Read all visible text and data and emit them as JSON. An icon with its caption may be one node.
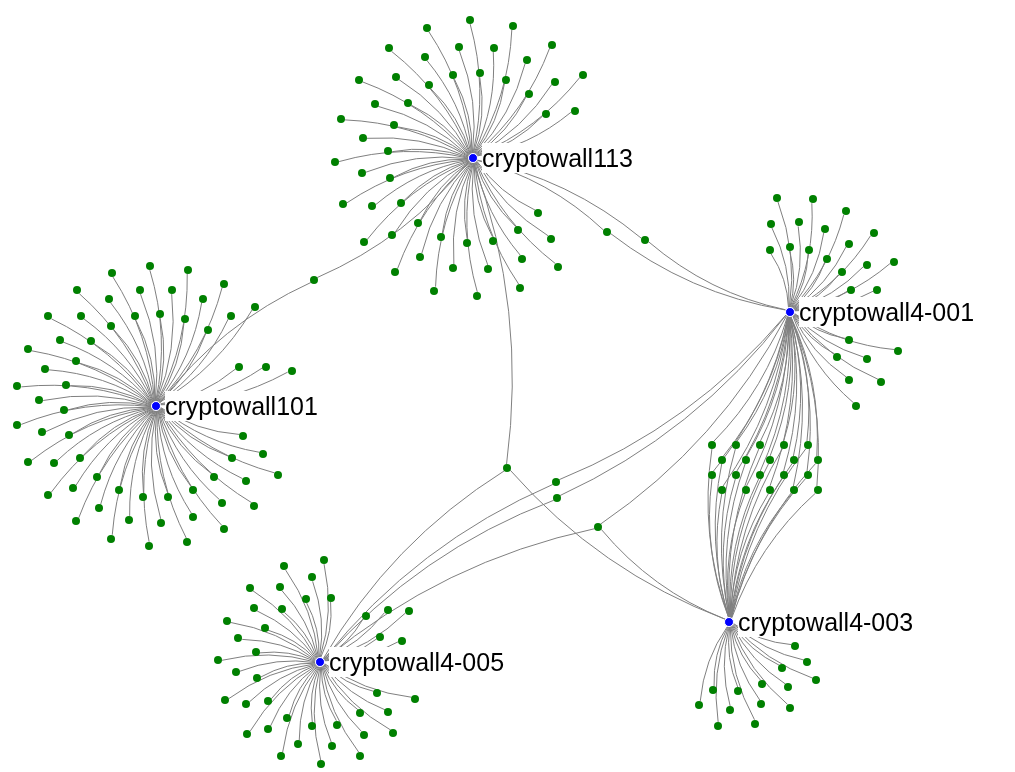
{
  "diagram": {
    "nodes": [
      {
        "text": [],
        "shape": "circle",
        "beside": [
          "cryptowall113"
        ]
      },
      {
        "text": [],
        "shape": "circle",
        "beside": [
          "cryptowall4-001"
        ]
      },
      {
        "text": [],
        "shape": "circle",
        "beside": [
          "cryptowall101"
        ]
      },
      {
        "text": [],
        "shape": "circle",
        "beside": [
          "cryptowall4-003"
        ]
      },
      {
        "text": [],
        "shape": "circle",
        "beside": [
          "cryptowall4-005"
        ]
      },
      {
        "text": [],
        "shape": "circle"
      },
      {
        "text": [],
        "shape": "circle"
      },
      {
        "text": [],
        "shape": "circle"
      },
      {
        "text": [],
        "shape": "circle"
      },
      {
        "text": [],
        "shape": "circle"
      },
      {
        "text": [],
        "shape": "circle"
      },
      {
        "text": [],
        "shape": "circle"
      },
      {
        "text": [],
        "shape": "circle"
      },
      {
        "text": [],
        "shape": "circle"
      },
      {
        "text": [],
        "shape": "circle"
      },
      {
        "text": [],
        "shape": "circle"
      },
      {
        "text": [],
        "shape": "circle"
      },
      {
        "text": [],
        "shape": "circle"
      },
      {
        "text": [],
        "shape": "circle"
      },
      {
        "text": [],
        "shape": "circle"
      },
      {
        "text": [],
        "shape": "circle"
      },
      {
        "text": [],
        "shape": "circle"
      },
      {
        "text": [],
        "shape": "circle"
      },
      {
        "text": [],
        "shape": "circle"
      },
      {
        "text": [],
        "shape": "circle"
      },
      {
        "text": [],
        "shape": "circle"
      },
      {
        "text": [],
        "shape": "circle"
      },
      {
        "text": [],
        "shape": "circle"
      },
      {
        "text": [],
        "shape": "circle"
      },
      {
        "text": [],
        "shape": "circle"
      },
      {
        "text": [],
        "shape": "circle"
      },
      {
        "text": [],
        "shape": "circle"
      },
      {
        "text": [],
        "shape": "circle"
      },
      {
        "text": [],
        "shape": "circle"
      },
      {
        "text": [],
        "shape": "circle"
      },
      {
        "text": [],
        "shape": "circle"
      },
      {
        "text": [],
        "shape": "circle"
      },
      {
        "text": [],
        "shape": "circle"
      },
      {
        "text": [],
        "shape": "circle"
      },
      {
        "text": [],
        "shape": "circle"
      },
      {
        "text": [],
        "shape": "circle"
      },
      {
        "text": [],
        "shape": "circle"
      },
      {
        "text": [],
        "shape": "circle"
      },
      {
        "text": [],
        "shape": "circle"
      },
      {
        "text": [],
        "shape": "circle"
      },
      {
        "text": [],
        "shape": "circle"
      },
      {
        "text": [],
        "shape": "circle"
      },
      {
        "text": [],
        "shape": "circle"
      },
      {
        "text": [],
        "shape": "circle"
      },
      {
        "text": [],
        "shape": "circle"
      },
      {
        "text": [],
        "shape": "circle"
      },
      {
        "text": [],
        "shape": "circle"
      },
      {
        "text": [],
        "shape": "circle"
      },
      {
        "text": [],
        "shape": "circle"
      },
      {
        "text": [],
        "shape": "circle"
      },
      {
        "text": [],
        "shape": "circle"
      },
      {
        "text": [],
        "shape": "circle"
      },
      {
        "text": [],
        "shape": "circle"
      },
      {
        "text": [],
        "shape": "circle"
      },
      {
        "text": [],
        "shape": "circle"
      },
      {
        "text": [],
        "shape": "circle"
      },
      {
        "text": [],
        "shape": "circle"
      },
      {
        "text": [],
        "shape": "circle"
      },
      {
        "text": [],
        "shape": "circle"
      },
      {
        "text": [],
        "shape": "circle"
      },
      {
        "text": [],
        "shape": "circle"
      },
      {
        "text": [],
        "shape": "circle"
      },
      {
        "text": [],
        "shape": "circle"
      },
      {
        "text": [],
        "shape": "circle"
      },
      {
        "text": [],
        "shape": "circle"
      },
      {
        "text": [],
        "shape": "circle"
      },
      {
        "text": [],
        "shape": "circle"
      },
      {
        "text": [],
        "shape": "circle"
      },
      {
        "text": [],
        "shape": "circle"
      },
      {
        "text": [],
        "shape": "circle"
      },
      {
        "text": [],
        "shape": "circle"
      },
      {
        "text": [],
        "shape": "circle"
      },
      {
        "text": [],
        "shape": "circle"
      },
      {
        "text": [],
        "shape": "circle"
      },
      {
        "text": [],
        "shape": "circle"
      },
      {
        "text": [],
        "shape": "circle"
      },
      {
        "text": [],
        "shape": "circle"
      },
      {
        "text": [],
        "shape": "circle"
      },
      {
        "text": [],
        "shape": "circle"
      },
      {
        "text": [],
        "shape": "circle"
      },
      {
        "text": [],
        "shape": "circle"
      },
      {
        "text": [],
        "shape": "circle"
      },
      {
        "text": [],
        "shape": "circle"
      },
      {
        "text": [],
        "shape": "circle"
      },
      {
        "text": [],
        "shape": "circle"
      },
      {
        "text": [],
        "shape": "circle"
      },
      {
        "text": [],
        "shape": "circle"
      },
      {
        "text": [],
        "shape": "circle"
      },
      {
        "text": [],
        "shape": "circle"
      },
      {
        "text": [],
        "shape": "circle"
      },
      {
        "text": [],
        "shape": "circle"
      },
      {
        "text": [],
        "shape": "circle"
      },
      {
        "text": [],
        "shape": "circle"
      },
      {
        "text": [],
        "shape": "circle"
      },
      {
        "text": [],
        "shape": "circle"
      },
      {
        "text": [],
        "shape": "circle"
      },
      {
        "text": [],
        "shape": "circle"
      },
      {
        "text": [],
        "shape": "circle"
      },
      {
        "text": [],
        "shape": "circle"
      },
      {
        "text": [],
        "shape": "circle"
      },
      {
        "text": [],
        "shape": "circle"
      },
      {
        "text": [],
        "shape": "circle"
      },
      {
        "text": [],
        "shape": "circle"
      },
      {
        "text": [],
        "shape": "circle"
      },
      {
        "text": [],
        "shape": "circle"
      },
      {
        "text": [],
        "shape": "circle"
      },
      {
        "text": [],
        "shape": "circle"
      },
      {
        "text": [],
        "shape": "circle"
      },
      {
        "text": [],
        "shape": "circle"
      },
      {
        "text": [],
        "shape": "circle"
      },
      {
        "text": [],
        "shape": "circle"
      },
      {
        "text": [],
        "shape": "circle"
      },
      {
        "text": [],
        "shape": "circle"
      },
      {
        "text": [],
        "shape": "circle"
      },
      {
        "text": [],
        "shape": "circle"
      },
      {
        "text": [],
        "shape": "circle"
      },
      {
        "text": [],
        "shape": "circle"
      },
      {
        "text": [],
        "shape": "circle"
      },
      {
        "text": [],
        "shape": "circle"
      },
      {
        "text": [],
        "shape": "circle"
      },
      {
        "text": [],
        "shape": "circle"
      },
      {
        "text": [],
        "shape": "circle"
      },
      {
        "text": [],
        "shape": "circle"
      },
      {
        "text": [],
        "shape": "circle"
      },
      {
        "text": [],
        "shape": "circle"
      },
      {
        "text": [],
        "shape": "circle"
      },
      {
        "text": [],
        "shape": "circle"
      },
      {
        "text": [],
        "shape": "circle"
      },
      {
        "text": [],
        "shape": "circle"
      },
      {
        "text": [],
        "shape": "circle"
      },
      {
        "text": [],
        "shape": "circle"
      },
      {
        "text": [],
        "shape": "circle"
      },
      {
        "text": [],
        "shape": "circle"
      },
      {
        "text": [],
        "shape": "circle"
      },
      {
        "text": [],
        "shape": "circle"
      },
      {
        "text": [],
        "shape": "circle"
      },
      {
        "text": [],
        "shape": "circle"
      },
      {
        "text": [],
        "shape": "circle"
      },
      {
        "text": [],
        "shape": "circle"
      },
      {
        "text": [],
        "shape": "circle"
      },
      {
        "text": [],
        "shape": "circle"
      },
      {
        "text": [],
        "shape": "circle"
      },
      {
        "text": [],
        "shape": "circle"
      },
      {
        "text": [],
        "shape": "circle"
      },
      {
        "text": [],
        "shape": "circle"
      },
      {
        "text": [],
        "shape": "circle"
      },
      {
        "text": [],
        "shape": "circle"
      },
      {
        "text": [],
        "shape": "circle"
      },
      {
        "text": [],
        "shape": "circle"
      },
      {
        "text": [],
        "shape": "circle"
      },
      {
        "text": [],
        "shape": "circle"
      },
      {
        "text": [],
        "shape": "circle"
      },
      {
        "text": [],
        "shape": "circle"
      },
      {
        "text": [],
        "shape": "circle"
      },
      {
        "text": [],
        "shape": "circle"
      },
      {
        "text": [],
        "shape": "circle"
      },
      {
        "text": [],
        "shape": "circle"
      },
      {
        "text": [],
        "shape": "circle"
      },
      {
        "text": [],
        "shape": "circle"
      },
      {
        "text": [],
        "shape": "circle"
      },
      {
        "text": [],
        "shape": "circle"
      },
      {
        "text": [],
        "shape": "circle"
      },
      {
        "text": [],
        "shape": "circle"
      },
      {
        "text": [],
        "shape": "circle"
      },
      {
        "text": [],
        "shape": "circle"
      },
      {
        "text": [],
        "shape": "circle"
      },
      {
        "text": [],
        "shape": "circle"
      },
      {
        "text": [],
        "shape": "circle"
      },
      {
        "text": [],
        "shape": "circle"
      },
      {
        "text": [],
        "shape": "circle"
      },
      {
        "text": [],
        "shape": "circle"
      },
      {
        "text": [],
        "shape": "circle"
      },
      {
        "text": [],
        "shape": "circle"
      },
      {
        "text": [],
        "shape": "circle"
      },
      {
        "text": [],
        "shape": "circle"
      },
      {
        "text": [],
        "shape": "circle"
      },
      {
        "text": [],
        "shape": "circle"
      },
      {
        "text": [],
        "shape": "circle"
      },
      {
        "text": [],
        "shape": "circle"
      },
      {
        "text": [],
        "shape": "circle"
      },
      {
        "text": [],
        "shape": "circle"
      },
      {
        "text": [],
        "shape": "circle"
      },
      {
        "text": [],
        "shape": "circle"
      },
      {
        "text": [],
        "shape": "circle"
      },
      {
        "text": [],
        "shape": "circle"
      },
      {
        "text": [],
        "shape": "circle"
      },
      {
        "text": [],
        "shape": "circle"
      },
      {
        "text": [],
        "shape": "circle"
      },
      {
        "text": [],
        "shape": "circle"
      },
      {
        "text": [],
        "shape": "circle"
      },
      {
        "text": [],
        "shape": "circle"
      },
      {
        "text": [],
        "shape": "circle"
      },
      {
        "text": [],
        "shape": "circle"
      },
      {
        "text": [],
        "shape": "circle"
      },
      {
        "text": [],
        "shape": "circle"
      },
      {
        "text": [],
        "shape": "circle"
      },
      {
        "text": [],
        "shape": "circle"
      },
      {
        "text": [],
        "shape": "circle"
      },
      {
        "text": [],
        "shape": "circle"
      },
      {
        "text": [],
        "shape": "circle"
      },
      {
        "text": [],
        "shape": "circle"
      },
      {
        "text": [],
        "shape": "circle"
      },
      {
        "text": [],
        "shape": "circle"
      },
      {
        "text": [],
        "shape": "circle"
      },
      {
        "text": [],
        "shape": "circle"
      },
      {
        "text": [],
        "shape": "circle"
      },
      {
        "text": [],
        "shape": "circle"
      },
      {
        "text": [],
        "shape": "circle"
      },
      {
        "text": [],
        "shape": "circle"
      },
      {
        "text": [],
        "shape": "circle"
      },
      {
        "text": [],
        "shape": "circle"
      },
      {
        "text": [],
        "shape": "circle"
      },
      {
        "text": [],
        "shape": "circle"
      },
      {
        "text": [],
        "shape": "circle"
      },
      {
        "text": [],
        "shape": "circle"
      }
    ],
    "edges": [
      {
        "from": 5,
        "to": 2,
        "arrow": "none"
      },
      {
        "from": 5,
        "to": 0,
        "arrow": "none"
      },
      {
        "from": 6,
        "to": 0,
        "arrow": "none"
      },
      {
        "from": 6,
        "to": 1,
        "arrow": "none"
      },
      {
        "from": 7,
        "to": 0,
        "arrow": "none"
      },
      {
        "from": 7,
        "to": 1,
        "arrow": "none"
      },
      {
        "from": 8,
        "to": 0,
        "arrow": "none"
      },
      {
        "from": 8,
        "to": 3,
        "arrow": "none"
      },
      {
        "from": 8,
        "to": 4,
        "arrow": "none"
      },
      {
        "from": 9,
        "to": 1,
        "arrow": "none"
      },
      {
        "from": 9,
        "to": 4,
        "arrow": "none"
      },
      {
        "from": 10,
        "to": 1,
        "arrow": "none"
      },
      {
        "from": 10,
        "to": 4,
        "arrow": "none"
      },
      {
        "from": 11,
        "to": 1,
        "arrow": "none"
      },
      {
        "from": 11,
        "to": 4,
        "arrow": "none"
      },
      {
        "from": 11,
        "to": 3,
        "arrow": "none"
      },
      {
        "from": 12,
        "to": 1,
        "arrow": "none"
      },
      {
        "from": 12,
        "to": 3,
        "arrow": "none"
      },
      {
        "from": 13,
        "to": 1,
        "arrow": "none"
      },
      {
        "from": 13,
        "to": 3,
        "arrow": "none"
      },
      {
        "from": 14,
        "to": 1,
        "arrow": "none"
      },
      {
        "from": 14,
        "to": 3,
        "arrow": "none"
      },
      {
        "from": 15,
        "to": 1,
        "arrow": "none"
      },
      {
        "from": 15,
        "to": 3,
        "arrow": "none"
      },
      {
        "from": 16,
        "to": 1,
        "arrow": "none"
      },
      {
        "from": 16,
        "to": 3,
        "arrow": "none"
      },
      {
        "from": 17,
        "to": 1,
        "arrow": "none"
      },
      {
        "from": 17,
        "to": 3,
        "arrow": "none"
      },
      {
        "from": 18,
        "to": 1,
        "arrow": "none"
      },
      {
        "from": 18,
        "to": 3,
        "arrow": "none"
      },
      {
        "from": 19,
        "to": 1,
        "arrow": "none"
      },
      {
        "from": 19,
        "to": 3,
        "arrow": "none"
      },
      {
        "from": 20,
        "to": 1,
        "arrow": "none"
      },
      {
        "from": 20,
        "to": 3,
        "arrow": "none"
      },
      {
        "from": 21,
        "to": 1,
        "arrow": "none"
      },
      {
        "from": 21,
        "to": 3,
        "arrow": "none"
      },
      {
        "from": 22,
        "to": 1,
        "arrow": "none"
      },
      {
        "from": 22,
        "to": 3,
        "arrow": "none"
      },
      {
        "from": 23,
        "to": 1,
        "arrow": "none"
      },
      {
        "from": 23,
        "to": 3,
        "arrow": "none"
      },
      {
        "from": 24,
        "to": 1,
        "arrow": "none"
      },
      {
        "from": 24,
        "to": 3,
        "arrow": "none"
      },
      {
        "from": 25,
        "to": 1,
        "arrow": "none"
      },
      {
        "from": 25,
        "to": 3,
        "arrow": "none"
      },
      {
        "from": 26,
        "to": 1,
        "arrow": "none"
      },
      {
        "from": 26,
        "to": 3,
        "arrow": "none"
      },
      {
        "from": 27,
        "to": 1,
        "arrow": "none"
      },
      {
        "from": 27,
        "to": 3,
        "arrow": "none"
      },
      {
        "from": 28,
        "to": 1,
        "arrow": "none"
      },
      {
        "from": 28,
        "to": 3,
        "arrow": "none"
      },
      {
        "from": 29,
        "to": 1,
        "arrow": "none"
      },
      {
        "from": 29,
        "to": 3,
        "arrow": "none"
      },
      {
        "from": 30,
        "to": 1,
        "arrow": "none"
      },
      {
        "from": 30,
        "to": 3,
        "arrow": "none"
      },
      {
        "from": 31,
        "to": 1,
        "arrow": "none"
      },
      {
        "from": 31,
        "to": 3,
        "arrow": "none"
      },
      {
        "from": 0,
        "to": 32,
        "arrow": "none"
      },
      {
        "from": 0,
        "to": 33,
        "arrow": "none"
      },
      {
        "from": 0,
        "to": 34,
        "arrow": "none"
      },
      {
        "from": 0,
        "to": 35,
        "arrow": "none"
      },
      {
        "from": 0,
        "to": 36,
        "arrow": "none"
      },
      {
        "from": 0,
        "to": 37,
        "arrow": "none"
      },
      {
        "from": 0,
        "to": 38,
        "arrow": "none"
      },
      {
        "from": 0,
        "to": 39,
        "arrow": "none"
      },
      {
        "from": 0,
        "to": 40,
        "arrow": "none"
      },
      {
        "from": 0,
        "to": 41,
        "arrow": "none"
      },
      {
        "from": 0,
        "to": 42,
        "arrow": "none"
      },
      {
        "from": 0,
        "to": 43,
        "arrow": "none"
      },
      {
        "from": 0,
        "to": 44,
        "arrow": "none"
      },
      {
        "from": 0,
        "to": 45,
        "arrow": "none"
      },
      {
        "from": 0,
        "to": 46,
        "arrow": "none"
      },
      {
        "from": 0,
        "to": 47,
        "arrow": "none"
      },
      {
        "from": 0,
        "to": 48,
        "arrow": "none"
      },
      {
        "from": 0,
        "to": 49,
        "arrow": "none"
      },
      {
        "from": 0,
        "to": 50,
        "arrow": "none"
      },
      {
        "from": 0,
        "to": 51,
        "arrow": "none"
      },
      {
        "from": 0,
        "to": 52,
        "arrow": "none"
      },
      {
        "from": 0,
        "to": 53,
        "arrow": "none"
      },
      {
        "from": 0,
        "to": 54,
        "arrow": "none"
      },
      {
        "from": 0,
        "to": 55,
        "arrow": "none"
      },
      {
        "from": 0,
        "to": 56,
        "arrow": "none"
      },
      {
        "from": 0,
        "to": 57,
        "arrow": "none"
      },
      {
        "from": 0,
        "to": 58,
        "arrow": "none"
      },
      {
        "from": 0,
        "to": 59,
        "arrow": "none"
      },
      {
        "from": 0,
        "to": 60,
        "arrow": "none"
      },
      {
        "from": 0,
        "to": 61,
        "arrow": "none"
      },
      {
        "from": 0,
        "to": 62,
        "arrow": "none"
      },
      {
        "from": 0,
        "to": 63,
        "arrow": "none"
      },
      {
        "from": 0,
        "to": 64,
        "arrow": "none"
      },
      {
        "from": 0,
        "to": 65,
        "arrow": "none"
      },
      {
        "from": 0,
        "to": 66,
        "arrow": "none"
      },
      {
        "from": 0,
        "to": 67,
        "arrow": "none"
      },
      {
        "from": 0,
        "to": 68,
        "arrow": "none"
      },
      {
        "from": 0,
        "to": 69,
        "arrow": "none"
      },
      {
        "from": 0,
        "to": 70,
        "arrow": "none"
      },
      {
        "from": 0,
        "to": 71,
        "arrow": "none"
      },
      {
        "from": 0,
        "to": 72,
        "arrow": "none"
      },
      {
        "from": 0,
        "to": 73,
        "arrow": "none"
      },
      {
        "from": 0,
        "to": 74,
        "arrow": "none"
      },
      {
        "from": 0,
        "to": 75,
        "arrow": "none"
      },
      {
        "from": 0,
        "to": 76,
        "arrow": "none"
      },
      {
        "from": 0,
        "to": 77,
        "arrow": "none"
      },
      {
        "from": 0,
        "to": 78,
        "arrow": "none"
      },
      {
        "from": 0,
        "to": 79,
        "arrow": "none"
      },
      {
        "from": 0,
        "to": 80,
        "arrow": "none"
      },
      {
        "from": 0,
        "to": 81,
        "arrow": "none"
      },
      {
        "from": 1,
        "to": 82,
        "arrow": "none"
      },
      {
        "from": 1,
        "to": 83,
        "arrow": "none"
      },
      {
        "from": 1,
        "to": 84,
        "arrow": "none"
      },
      {
        "from": 1,
        "to": 85,
        "arrow": "none"
      },
      {
        "from": 1,
        "to": 86,
        "arrow": "none"
      },
      {
        "from": 1,
        "to": 87,
        "arrow": "none"
      },
      {
        "from": 1,
        "to": 88,
        "arrow": "none"
      },
      {
        "from": 1,
        "to": 89,
        "arrow": "none"
      },
      {
        "from": 1,
        "to": 90,
        "arrow": "none"
      },
      {
        "from": 1,
        "to": 91,
        "arrow": "none"
      },
      {
        "from": 1,
        "to": 92,
        "arrow": "none"
      },
      {
        "from": 1,
        "to": 93,
        "arrow": "none"
      },
      {
        "from": 1,
        "to": 94,
        "arrow": "none"
      },
      {
        "from": 1,
        "to": 95,
        "arrow": "none"
      },
      {
        "from": 1,
        "to": 96,
        "arrow": "none"
      },
      {
        "from": 1,
        "to": 97,
        "arrow": "none"
      },
      {
        "from": 1,
        "to": 98,
        "arrow": "none"
      },
      {
        "from": 1,
        "to": 99,
        "arrow": "none"
      },
      {
        "from": 1,
        "to": 100,
        "arrow": "none"
      },
      {
        "from": 1,
        "to": 101,
        "arrow": "none"
      },
      {
        "from": 1,
        "to": 102,
        "arrow": "none"
      },
      {
        "from": 1,
        "to": 103,
        "arrow": "none"
      },
      {
        "from": 1,
        "to": 104,
        "arrow": "none"
      },
      {
        "from": 1,
        "to": 105,
        "arrow": "none"
      },
      {
        "from": 2,
        "to": 106,
        "arrow": "none"
      },
      {
        "from": 2,
        "to": 107,
        "arrow": "none"
      },
      {
        "from": 2,
        "to": 108,
        "arrow": "none"
      },
      {
        "from": 2,
        "to": 109,
        "arrow": "none"
      },
      {
        "from": 2,
        "to": 110,
        "arrow": "none"
      },
      {
        "from": 2,
        "to": 111,
        "arrow": "none"
      },
      {
        "from": 2,
        "to": 112,
        "arrow": "none"
      },
      {
        "from": 2,
        "to": 113,
        "arrow": "none"
      },
      {
        "from": 2,
        "to": 114,
        "arrow": "none"
      },
      {
        "from": 2,
        "to": 115,
        "arrow": "none"
      },
      {
        "from": 2,
        "to": 116,
        "arrow": "none"
      },
      {
        "from": 2,
        "to": 117,
        "arrow": "none"
      },
      {
        "from": 2,
        "to": 118,
        "arrow": "none"
      },
      {
        "from": 2,
        "to": 119,
        "arrow": "none"
      },
      {
        "from": 2,
        "to": 120,
        "arrow": "none"
      },
      {
        "from": 2,
        "to": 121,
        "arrow": "none"
      },
      {
        "from": 2,
        "to": 122,
        "arrow": "none"
      },
      {
        "from": 2,
        "to": 123,
        "arrow": "none"
      },
      {
        "from": 2,
        "to": 124,
        "arrow": "none"
      },
      {
        "from": 2,
        "to": 125,
        "arrow": "none"
      },
      {
        "from": 2,
        "to": 126,
        "arrow": "none"
      },
      {
        "from": 2,
        "to": 127,
        "arrow": "none"
      },
      {
        "from": 2,
        "to": 128,
        "arrow": "none"
      },
      {
        "from": 2,
        "to": 129,
        "arrow": "none"
      },
      {
        "from": 2,
        "to": 130,
        "arrow": "none"
      },
      {
        "from": 2,
        "to": 131,
        "arrow": "none"
      },
      {
        "from": 2,
        "to": 132,
        "arrow": "none"
      },
      {
        "from": 2,
        "to": 133,
        "arrow": "none"
      },
      {
        "from": 2,
        "to": 134,
        "arrow": "none"
      },
      {
        "from": 2,
        "to": 135,
        "arrow": "none"
      },
      {
        "from": 2,
        "to": 136,
        "arrow": "none"
      },
      {
        "from": 2,
        "to": 137,
        "arrow": "none"
      },
      {
        "from": 2,
        "to": 138,
        "arrow": "none"
      },
      {
        "from": 2,
        "to": 139,
        "arrow": "none"
      },
      {
        "from": 2,
        "to": 140,
        "arrow": "none"
      },
      {
        "from": 2,
        "to": 141,
        "arrow": "none"
      },
      {
        "from": 2,
        "to": 142,
        "arrow": "none"
      },
      {
        "from": 2,
        "to": 143,
        "arrow": "none"
      },
      {
        "from": 2,
        "to": 144,
        "arrow": "none"
      },
      {
        "from": 2,
        "to": 145,
        "arrow": "none"
      },
      {
        "from": 2,
        "to": 146,
        "arrow": "none"
      },
      {
        "from": 2,
        "to": 147,
        "arrow": "none"
      },
      {
        "from": 2,
        "to": 148,
        "arrow": "none"
      },
      {
        "from": 2,
        "to": 149,
        "arrow": "none"
      },
      {
        "from": 2,
        "to": 150,
        "arrow": "none"
      },
      {
        "from": 2,
        "to": 151,
        "arrow": "none"
      },
      {
        "from": 2,
        "to": 152,
        "arrow": "none"
      },
      {
        "from": 2,
        "to": 153,
        "arrow": "none"
      },
      {
        "from": 2,
        "to": 154,
        "arrow": "none"
      },
      {
        "from": 2,
        "to": 155,
        "arrow": "none"
      },
      {
        "from": 2,
        "to": 156,
        "arrow": "none"
      },
      {
        "from": 2,
        "to": 157,
        "arrow": "none"
      },
      {
        "from": 2,
        "to": 158,
        "arrow": "none"
      },
      {
        "from": 2,
        "to": 159,
        "arrow": "none"
      },
      {
        "from": 2,
        "to": 160,
        "arrow": "none"
      },
      {
        "from": 2,
        "to": 161,
        "arrow": "none"
      },
      {
        "from": 2,
        "to": 162,
        "arrow": "none"
      },
      {
        "from": 2,
        "to": 163,
        "arrow": "none"
      },
      {
        "from": 2,
        "to": 164,
        "arrow": "none"
      },
      {
        "from": 2,
        "to": 165,
        "arrow": "none"
      },
      {
        "from": 3,
        "to": 166,
        "arrow": "none"
      },
      {
        "from": 3,
        "to": 167,
        "arrow": "none"
      },
      {
        "from": 3,
        "to": 168,
        "arrow": "none"
      },
      {
        "from": 3,
        "to": 169,
        "arrow": "none"
      },
      {
        "from": 3,
        "to": 170,
        "arrow": "none"
      },
      {
        "from": 3,
        "to": 171,
        "arrow": "none"
      },
      {
        "from": 3,
        "to": 172,
        "arrow": "none"
      },
      {
        "from": 3,
        "to": 173,
        "arrow": "none"
      },
      {
        "from": 3,
        "to": 174,
        "arrow": "none"
      },
      {
        "from": 3,
        "to": 175,
        "arrow": "none"
      },
      {
        "from": 3,
        "to": 176,
        "arrow": "none"
      },
      {
        "from": 3,
        "to": 177,
        "arrow": "none"
      },
      {
        "from": 3,
        "to": 178,
        "arrow": "none"
      },
      {
        "from": 3,
        "to": 179,
        "arrow": "none"
      },
      {
        "from": 4,
        "to": 180,
        "arrow": "none"
      },
      {
        "from": 4,
        "to": 181,
        "arrow": "none"
      },
      {
        "from": 4,
        "to": 182,
        "arrow": "none"
      },
      {
        "from": 4,
        "to": 183,
        "arrow": "none"
      },
      {
        "from": 4,
        "to": 184,
        "arrow": "none"
      },
      {
        "from": 4,
        "to": 185,
        "arrow": "none"
      },
      {
        "from": 4,
        "to": 186,
        "arrow": "none"
      },
      {
        "from": 4,
        "to": 187,
        "arrow": "none"
      },
      {
        "from": 4,
        "to": 188,
        "arrow": "none"
      },
      {
        "from": 4,
        "to": 189,
        "arrow": "none"
      },
      {
        "from": 4,
        "to": 190,
        "arrow": "none"
      },
      {
        "from": 4,
        "to": 191,
        "arrow": "none"
      },
      {
        "from": 4,
        "to": 192,
        "arrow": "none"
      },
      {
        "from": 4,
        "to": 193,
        "arrow": "none"
      },
      {
        "from": 4,
        "to": 194,
        "arrow": "none"
      },
      {
        "from": 4,
        "to": 195,
        "arrow": "none"
      },
      {
        "from": 4,
        "to": 196,
        "arrow": "none"
      },
      {
        "from": 4,
        "to": 197,
        "arrow": "none"
      },
      {
        "from": 4,
        "to": 198,
        "arrow": "none"
      },
      {
        "from": 4,
        "to": 199,
        "arrow": "none"
      },
      {
        "from": 4,
        "to": 200,
        "arrow": "none"
      },
      {
        "from": 4,
        "to": 201,
        "arrow": "none"
      },
      {
        "from": 4,
        "to": 202,
        "arrow": "none"
      },
      {
        "from": 4,
        "to": 203,
        "arrow": "none"
      },
      {
        "from": 4,
        "to": 204,
        "arrow": "none"
      },
      {
        "from": 4,
        "to": 205,
        "arrow": "none"
      },
      {
        "from": 4,
        "to": 206,
        "arrow": "none"
      },
      {
        "from": 4,
        "to": 207,
        "arrow": "none"
      },
      {
        "from": 4,
        "to": 208,
        "arrow": "none"
      },
      {
        "from": 4,
        "to": 209,
        "arrow": "none"
      },
      {
        "from": 4,
        "to": 210,
        "arrow": "none"
      },
      {
        "from": 4,
        "to": 211,
        "arrow": "none"
      },
      {
        "from": 4,
        "to": 212,
        "arrow": "none"
      },
      {
        "from": 4,
        "to": 213,
        "arrow": "none"
      },
      {
        "from": 4,
        "to": 214,
        "arrow": "none"
      },
      {
        "from": 4,
        "to": 215,
        "arrow": "none"
      },
      {
        "from": 4,
        "to": 216,
        "arrow": "none"
      },
      {
        "from": 4,
        "to": 217,
        "arrow": "none"
      },
      {
        "from": 4,
        "to": 218,
        "arrow": "none"
      },
      {
        "from": 4,
        "to": 219,
        "arrow": "none"
      }
    ]
  }
}
